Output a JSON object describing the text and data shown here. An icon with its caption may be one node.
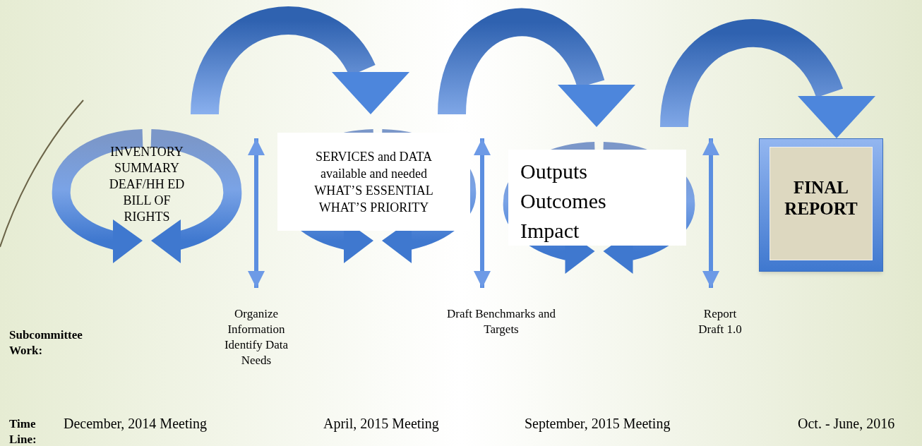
{
  "diagram": {
    "nodes": [
      {
        "text": [
          "INVENTORY SUMMARY DEAF/HH ED BILL OF RIGHTS"
        ]
      },
      {
        "text": [
          "SERVICES and DATA available and needed WHAT’S ESSENTIAL WHAT’S PRIORITY"
        ]
      },
      {
        "text": [
          "Outputs Outcomes Impact"
        ]
      },
      {
        "text": [
          "FINAL REPORT"
        ]
      }
    ],
    "edges": [
      {
        "from": 0,
        "to": 1,
        "arrow": "to",
        "style": "thick"
      },
      {
        "from": 1,
        "to": 2,
        "arrow": "to",
        "style": "thick"
      },
      {
        "from": 2,
        "to": 3,
        "arrow": "to",
        "style": "thick"
      }
    ],
    "labels": [
      "Organize Information Identify Data Needs",
      "Draft Benchmarks and Targets",
      "Report Draft 1.0",
      "Subcommittee Work:",
      "Time Line:",
      "December, 2014 Meeting",
      "April, 2015 Meeting",
      "September, 2015 Meeting",
      "Oct. - June, 2016"
    ]
  }
}
